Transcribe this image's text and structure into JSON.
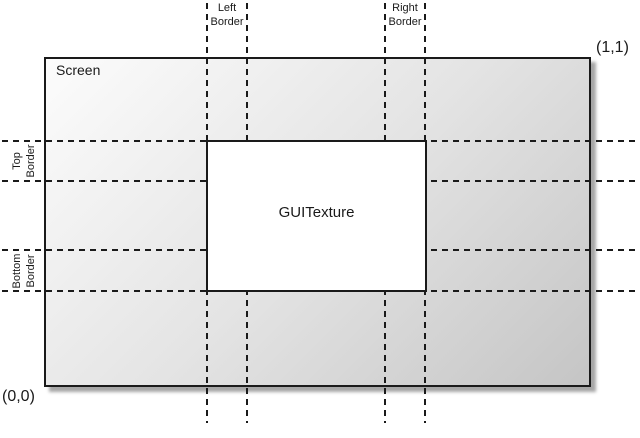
{
  "diagram": {
    "screen": {
      "label": "Screen"
    },
    "texture": {
      "label": "GUITexture"
    },
    "corners": {
      "top_right": "(1,1)",
      "bottom_left": "(0,0)"
    },
    "border_labels": {
      "left": {
        "line1": "Left",
        "line2": "Border"
      },
      "right": {
        "line1": "Right",
        "line2": "Border"
      },
      "top": {
        "line1": "Top",
        "line2": "Border"
      },
      "bottom": {
        "line1": "Bottom",
        "line2": "Border"
      }
    },
    "colors": {
      "background": "#ffffff",
      "line": "#1a1a1a",
      "screen_gradient_start": "#fcfcfc",
      "screen_gradient_mid": "#e4e4e4",
      "screen_gradient_end": "#c5c5c5",
      "texture_fill": "#ffffff",
      "shadow": "rgba(0,0,0,0.35)"
    }
  }
}
